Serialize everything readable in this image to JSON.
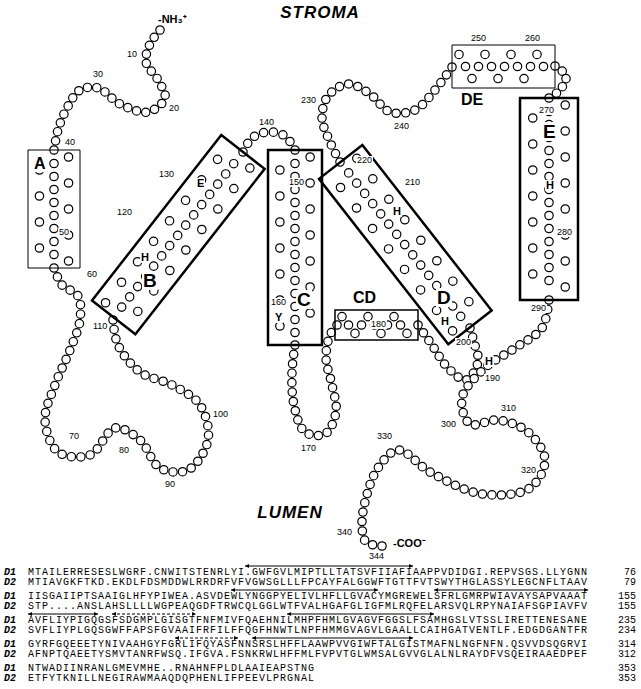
{
  "diagram": {
    "nodes": [
      {
        "text": [
          "A"
        ]
      },
      {
        "text": [
          "B"
        ]
      },
      {
        "text": [
          "C"
        ]
      },
      {
        "text": [
          "D"
        ]
      },
      {
        "text": [
          "DE"
        ]
      },
      {
        "text": [
          "E"
        ]
      },
      {
        "text": [
          "CD"
        ]
      }
    ],
    "labels": [
      "STROMA",
      "LUMEN",
      "-NH₃⁺",
      "-COO⁻",
      "10",
      "20",
      "30",
      "40",
      "50",
      "60",
      "70",
      "80",
      "90",
      "100",
      "110",
      "120",
      "130",
      "140",
      "150",
      "160",
      "170",
      "180",
      "190",
      "200",
      "210",
      "220",
      "230",
      "240",
      "250",
      "260",
      "270",
      "280",
      "290",
      "300",
      "310",
      "320",
      "330",
      "340",
      "344",
      "H",
      "E",
      "Y",
      "H",
      "H",
      "H",
      "H",
      "D1",
      "MTAILERRESESLWGRF.CNWITSTENRLYI.GWFGVLMIPTLLTATSVFIIAFIAAPPVDIDGI.REPVSGS.LLYGNN",
      "76",
      "D2",
      "MTIAVGKFTKD.EKDLFDSMDDWLRRDRFVFVGWSGLLLFPCAYFALGGWFTGTTFVTSWYTHGLASSYLEGCNFLTAAV",
      "79",
      "D1",
      "IISGAIIPTSAAIGLHFYPIWEA.ASVDEWLYNGGPYELIVLHFLLGVACYMGREWELSFRLGMRPWIAVAYSAPVAAAT",
      "155",
      "D2",
      "STP....ANSLAHSLLLLWGPEAQGDFTRWCQLGGLWTFVALHGAFGLIGFMLRQFELARSVQLRPYNAIAFSGPIAVFV",
      "155",
      "D1",
      "AVFLIYPIGQGSFSDGMPLGISGTFNFMIVFQAEHNILMHPFHMLGVAGVFGGSLFSAMHGSLVTSSLIRETTENESANE",
      "235",
      "D2",
      "SVFLIYPLGQSGWFFAPSFGVAAIFRFILFFQGFHNWTLNPFHMMGVAGVLGAALLCAIHGATVENTLF.EDGDGANTFR",
      "234",
      "D1",
      "GYRFGQEEETYNIVAAHGYFGRLIFQYASFNNSRSLHFFLAAWPVVGIWFTALGISTMAFNLNGFNFN.QSVVDSQGRVI",
      "314",
      "D2",
      "AFNPTQAEETYSMVTANRFWSQ.IFGVA.FSNKRWLHFFMLFVPVTGLWMSALGVVGLALNLRAYDFVSQEIRAAEDPEF",
      "312",
      "D1",
      "NTWADIINRANLGMEVMHE..RNAHNFPLDLAAIEAPSTNG",
      "353",
      "D2",
      "ETFYTKNILLNEGIRAWMAAQDQPHENLIFPEEVLPRGNAL",
      "353"
    ]
  }
}
